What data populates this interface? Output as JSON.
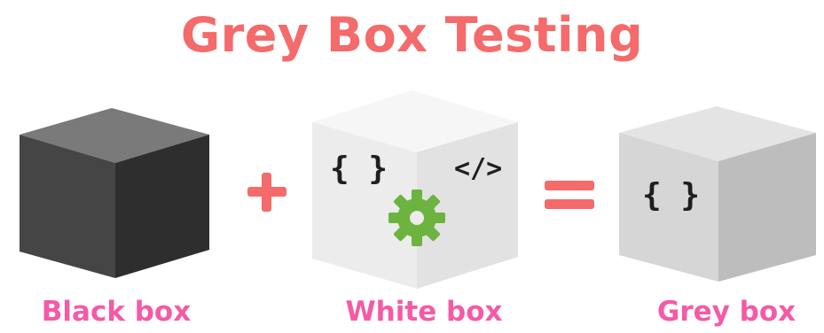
{
  "title": "Grey Box Testing",
  "boxes": [
    {
      "label": "Black box",
      "face_colors": {
        "top": "#7a7a7a",
        "left": "#454545",
        "right": "#2e2e2e"
      }
    },
    {
      "label": "White box",
      "face_colors": {
        "top": "#f6f6f6",
        "left": "#ececec",
        "right": "#e2e2e2"
      },
      "symbols": [
        "{ }",
        "</>"
      ],
      "gear_color": "#6cb33f"
    },
    {
      "label": "Grey box",
      "face_colors": {
        "top": "#e4e4e4",
        "left": "#d6d6d6",
        "right": "#bdbdbd"
      },
      "symbols": [
        "{ }"
      ]
    }
  ],
  "operators": {
    "plus": "+",
    "equals": "="
  },
  "colors": {
    "title": "#f56a6a",
    "labels": "#f55aa6",
    "operators": "#f56a6a"
  }
}
